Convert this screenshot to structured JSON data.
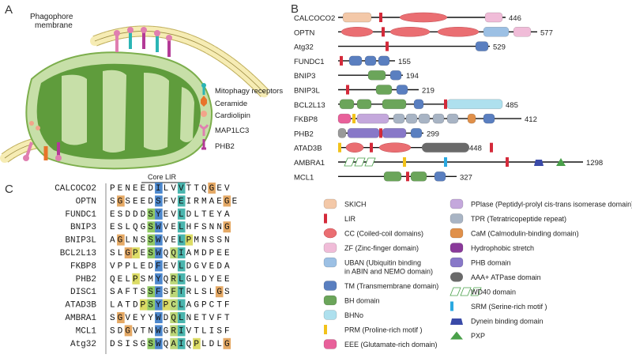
{
  "panels": {
    "a": "A",
    "b": "B",
    "c": "C"
  },
  "panel_a": {
    "membrane_label_1": "Phagophore",
    "membrane_label_2": "membrane",
    "legend": [
      {
        "label": "Mitophagy receptors",
        "icon": "receptor-icon",
        "color": "#2bb5b5"
      },
      {
        "label": "Ceramide",
        "icon": "ceramide-icon",
        "color": "#e8742a"
      },
      {
        "label": "Cardiolipin",
        "icon": "cardiolipin-icon",
        "color": "#f2a48a"
      },
      {
        "label": "MAP1LC3",
        "icon": "lc3-icon",
        "color": "#e07fb0"
      },
      {
        "label": "PHB2",
        "icon": "phb2-icon",
        "color": "#b33a97"
      }
    ]
  },
  "panel_b": {
    "proteins": [
      {
        "name": "CALCOCO2",
        "length": "446"
      },
      {
        "name": "OPTN",
        "length": "577"
      },
      {
        "name": "Atg32",
        "length": "529"
      },
      {
        "name": "FUNDC1",
        "length": "155"
      },
      {
        "name": "BNIP3",
        "length": "194"
      },
      {
        "name": "BNIP3L",
        "length": "219"
      },
      {
        "name": "BCL2L13",
        "length": "485"
      },
      {
        "name": "FKBP8",
        "length": "412"
      },
      {
        "name": "PHB2",
        "length": "299"
      },
      {
        "name": "ATAD3B",
        "length": "448"
      },
      {
        "name": "AMBRA1",
        "length": "1298"
      },
      {
        "name": "MCL1",
        "length": "327"
      }
    ],
    "legend_left": [
      {
        "lines": [
          "SKICH"
        ],
        "icon": "skich-icon",
        "color": "#f3c8a8"
      },
      {
        "lines": [
          "LIR"
        ],
        "icon": "lir-icon",
        "color": "#d42a3a"
      },
      {
        "lines": [
          "CC (Coiled-coil domains)"
        ],
        "icon": "cc-icon",
        "color": "#ea6e72"
      },
      {
        "lines": [
          "ZF (Zinc-finger domain)"
        ],
        "icon": "zf-icon",
        "color": "#f0bcd8"
      },
      {
        "lines": [
          "UBAN (Ubiquitin binding",
          "in ABIN and NEMO domain)"
        ],
        "icon": "uban-icon",
        "color": "#9cc0e4"
      },
      {
        "lines": [
          "TM (Transmembrane domain)"
        ],
        "icon": "tm-icon",
        "color": "#5a7fc0"
      },
      {
        "lines": [
          "BH domain"
        ],
        "icon": "bh-icon",
        "color": "#6ba55a"
      },
      {
        "lines": [
          "BHNo"
        ],
        "icon": "bhno-icon",
        "color": "#aee0ee"
      },
      {
        "lines": [
          "PRM (Proline-rich motif )"
        ],
        "icon": "prm-icon",
        "color": "#f2c21a"
      },
      {
        "lines": [
          "EEE (Glutamate-rich domain)"
        ],
        "icon": "eee-icon",
        "color": "#e8609a"
      }
    ],
    "legend_right": [
      {
        "lines": [
          "PPlase (Peptidyl-prolyl cis-trans isomerase domain)"
        ],
        "icon": "pplase-icon",
        "color": "#c4a8dc"
      },
      {
        "lines": [
          "TPR (Tetratricopeptide repeat)"
        ],
        "icon": "tpr-icon",
        "color": "#a8b4c4"
      },
      {
        "lines": [
          "CaM (Calmodulin-binding domain)"
        ],
        "icon": "cam-icon",
        "color": "#e0904a"
      },
      {
        "lines": [
          "Hydrophobic stretch"
        ],
        "icon": "hydrophobic-icon",
        "color": "#8a3a9a"
      },
      {
        "lines": [
          "PHB domain"
        ],
        "icon": "phb-icon",
        "color": "#8878c8"
      },
      {
        "lines": [
          "AAA+ ATPase domain"
        ],
        "icon": "aaa-icon",
        "color": "#6a6a6a"
      },
      {
        "lines": [
          "WD40 domain"
        ],
        "icon": "wd40-icon",
        "color": "#ffffff"
      },
      {
        "lines": [
          "SRM (Serine-rich motif )"
        ],
        "icon": "srm-icon",
        "color": "#2aa8e0"
      },
      {
        "lines": [
          "Dynein binding domain"
        ],
        "icon": "dynein-icon",
        "color": "#3a4aa8"
      },
      {
        "lines": [
          "PXP"
        ],
        "icon": "pxp-icon",
        "color": "#4aa04a"
      }
    ]
  },
  "panel_c": {
    "core_lir_label": "Core LIR",
    "rows": [
      {
        "name": "CALCOCO2",
        "seq": "PENEEDILVVTTQGEV"
      },
      {
        "name": "OPTN",
        "seq": "SGSEEDSFVEIRMAEGE"
      },
      {
        "name": "FUNDC1",
        "seq": "ESDDDSYEVLDLTEYA"
      },
      {
        "name": "BNIP3",
        "seq": "ESLQGSWVELHFSNNG"
      },
      {
        "name": "BNIP3L",
        "seq": "AGLNSSWVELPMNSSN"
      },
      {
        "name": "BCL2L13",
        "seq": "SLGPESWQQIAMDPEE"
      },
      {
        "name": "FKBP8",
        "seq": "VPPLEDFEVLDGVEDA"
      },
      {
        "name": "PHB2",
        "seq": "QELPSMYQRLGLDYEE"
      },
      {
        "name": "DISC1",
        "seq": "SAFTSSFSFTRLSLGS"
      },
      {
        "name": "ATAD3B",
        "seq": "LATDPSYPCLAGPCTF"
      },
      {
        "name": "AMBRA1",
        "seq": "SGVEYYWDQLNETVFT"
      },
      {
        "name": "MCL1",
        "seq": "SDGVTNWGRIVTLISF"
      },
      {
        "name": "Atg32",
        "seq": "DSISGSWQAIQPLDLG"
      }
    ]
  }
}
